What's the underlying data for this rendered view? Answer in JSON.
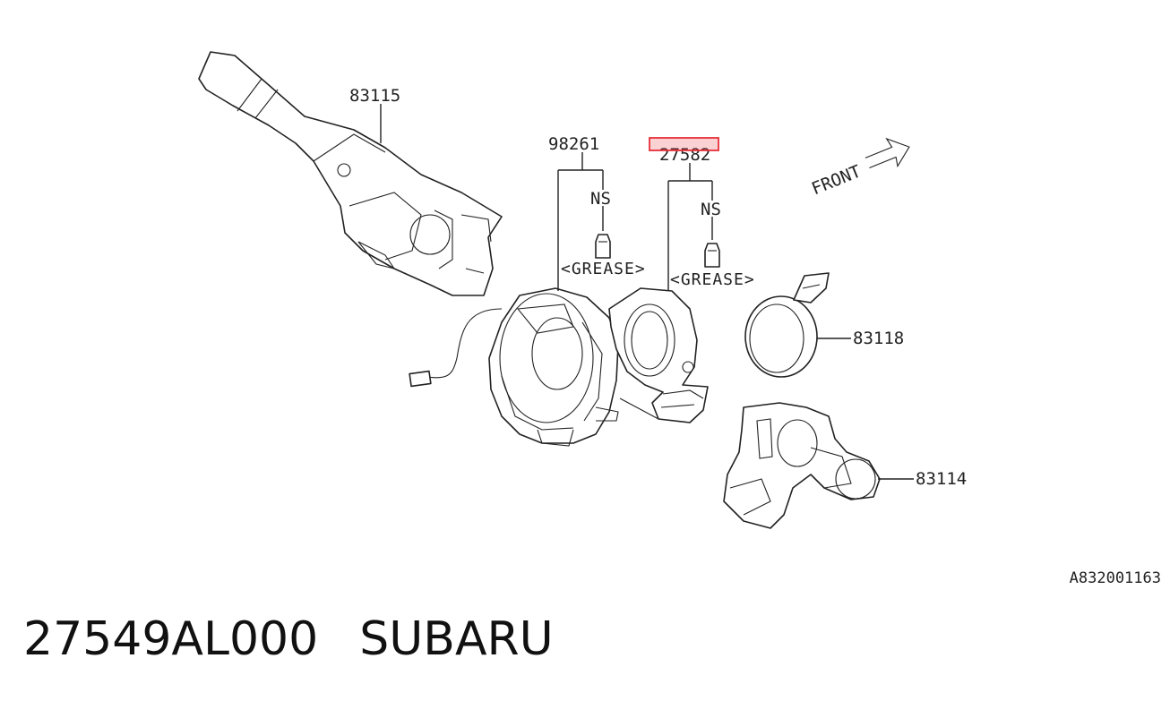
{
  "callouts": {
    "p83115": "83115",
    "p98261": "98261",
    "p27582": "27582",
    "p83118": "83118",
    "p83114": "83114",
    "ns_left": "NS",
    "ns_right": "NS",
    "grease_left": "<GREASE>",
    "grease_right": "<GREASE>",
    "front": "FRONT"
  },
  "highlight_color": "#e8303a",
  "ref_code": "A832001163",
  "footer": {
    "part_number": "27549AL000",
    "brand": "SUBARU"
  }
}
